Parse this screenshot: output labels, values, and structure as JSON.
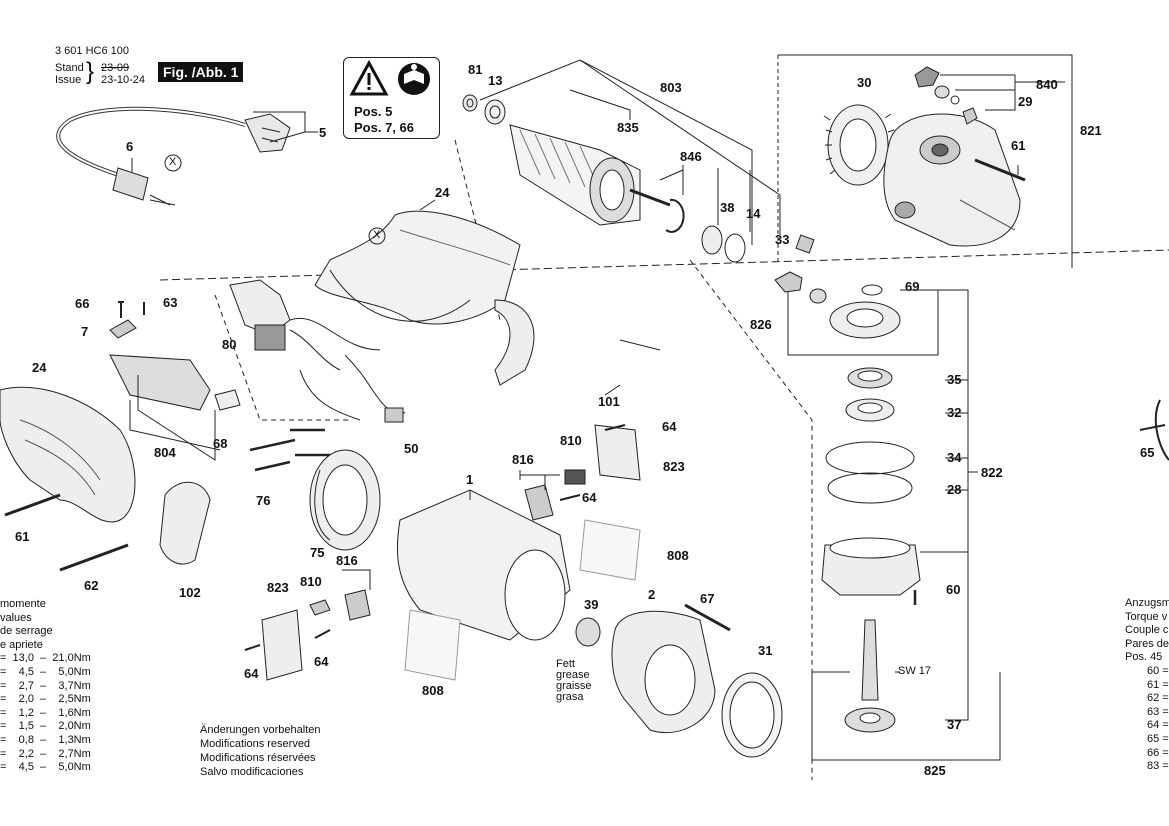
{
  "header": {
    "part_number": "3 601 HC6 100",
    "stand_label": "Stand",
    "issue_label": "Issue",
    "stand_date_old": "23-09",
    "issue_date": "23-10-24",
    "figure_label": "Fig. /Abb. 1"
  },
  "warning": {
    "line1": "Pos. 5",
    "line2": "Pos. 7, 66",
    "icons": [
      "warning-triangle-icon",
      "read-manual-icon"
    ]
  },
  "callouts": [
    "5",
    "6",
    "81",
    "13",
    "803",
    "835",
    "846",
    "38",
    "14",
    "33",
    "30",
    "840",
    "29",
    "821",
    "61",
    "24",
    "X",
    "X",
    "66",
    "63",
    "7",
    "80",
    "24",
    "804",
    "68",
    "61",
    "62",
    "76",
    "75",
    "102",
    "50",
    "101",
    "1",
    "816",
    "810",
    "823",
    "64",
    "64",
    "808",
    "816",
    "810",
    "823",
    "64",
    "64",
    "808",
    "39",
    "2",
    "67",
    "31",
    "826",
    "69",
    "35",
    "32",
    "34",
    "28",
    "822",
    "60",
    "37",
    "825",
    "65"
  ],
  "grease_note": [
    "Fett",
    "grease",
    "graisse",
    "grasa"
  ],
  "sw_label": "SW 17",
  "modifications": [
    "Änderungen vorbehalten",
    "Modifications reserved",
    "Modifications réservées",
    "Salvo modificaciones"
  ],
  "torque_left": [
    "momente",
    "values",
    "de serrage",
    "e apriete",
    "=  13,0  –  21,0Nm",
    "=    4,5  –    5,0Nm",
    "=    2,7  –    3,7Nm",
    "=    2,0  –    2,5Nm",
    "=    1,2  –    1,6Nm",
    "=    1,5  –    2,0Nm",
    "=    0,8  –    1,3Nm",
    "=    2,2  –    2,7Nm",
    "=    4,5  –    5,0Nm"
  ],
  "torque_right": [
    "Anzugsm",
    "Torque v",
    "Couple c",
    "Pares de",
    "Pos. 45",
    "60 =",
    "61 =",
    "62 =",
    "63 =",
    "64 =",
    "65 =",
    "66 =",
    "83 ="
  ]
}
